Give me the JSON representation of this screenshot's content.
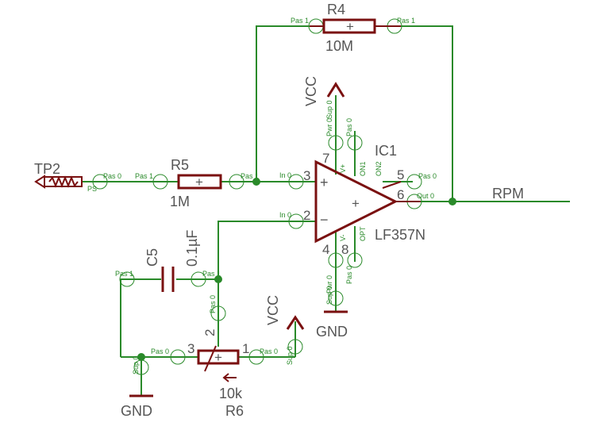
{
  "components": {
    "r4": {
      "name": "R4",
      "value": "10M"
    },
    "r5": {
      "name": "R5",
      "value": "1M"
    },
    "c5": {
      "name": "C5",
      "value": "0.1µF"
    },
    "r6": {
      "name": "R6",
      "value": "10k"
    },
    "ic1": {
      "name": "IC1",
      "value": "LF357N"
    },
    "tp2": {
      "name": "TP2"
    }
  },
  "nets": {
    "vcc_top": "VCC",
    "vcc_bottom": "VCC",
    "gnd_ic": "GND",
    "gnd_left": "GND",
    "output": "RPM"
  },
  "pins": {
    "ic_in_plus": "3",
    "ic_in_minus": "2",
    "ic_vplus": "7",
    "ic_vminus": "4",
    "ic_on2": "5",
    "ic_out": "6",
    "ic_opt": "8",
    "r6_wiper": "2",
    "r6_left": "3",
    "r6_right": "1"
  },
  "pin_labels": {
    "pas0": "Pas 0",
    "pas1": "Pas 1",
    "in0": "In 0",
    "out0": "Out 0",
    "sup0": "Sup 0",
    "pwr0": "Pwr 0",
    "on1": "ON1",
    "on2": "ON2",
    "opt": "OPT",
    "vplus": "V+",
    "vminus": "V-",
    "ps": "PS",
    "plus": "+",
    "minus": "−"
  }
}
